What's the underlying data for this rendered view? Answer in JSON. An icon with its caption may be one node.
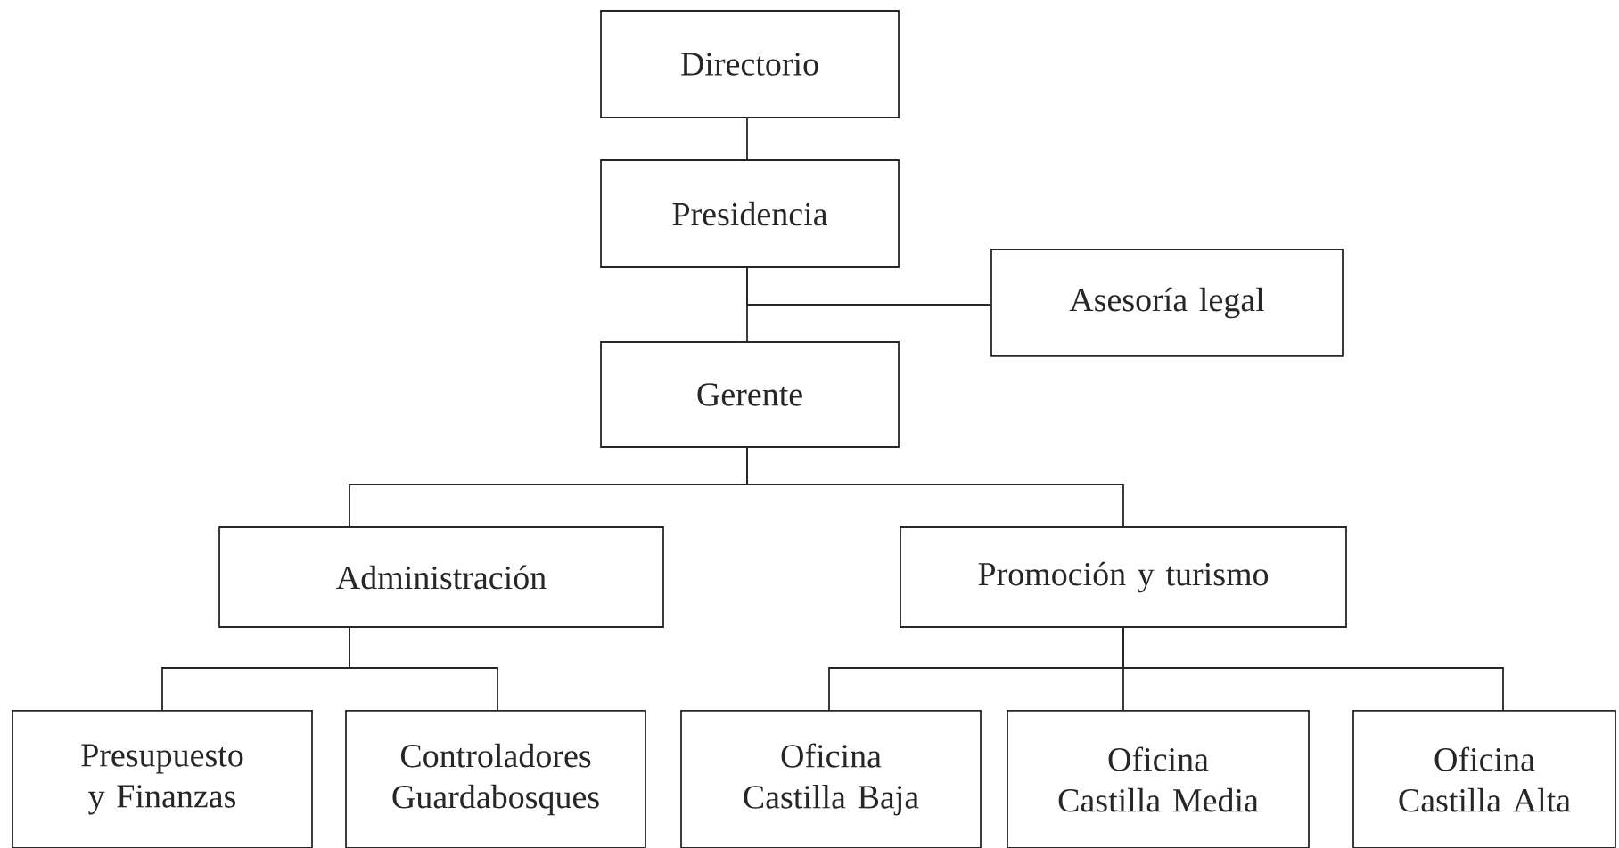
{
  "diagram": {
    "nodes": [
      {
        "text": [
          "Directorio"
        ]
      },
      {
        "text": [
          "Presidencia"
        ]
      },
      {
        "text": [
          "Asesoría legal"
        ]
      },
      {
        "text": [
          "Gerente"
        ]
      },
      {
        "text": [
          "Administración"
        ]
      },
      {
        "text": [
          "Promoción y turismo"
        ]
      },
      {
        "text": [
          "Presupuesto y Finanzas"
        ]
      },
      {
        "text": [
          "Controladores Guardabosques"
        ]
      },
      {
        "text": [
          "Oficina Castilla Baja"
        ]
      },
      {
        "text": [
          "Oficina Castilla Media"
        ]
      },
      {
        "text": [
          "Oficina Castilla Alta"
        ]
      }
    ],
    "edges": [
      {
        "from": 0,
        "to": 1,
        "arrow": "none"
      },
      {
        "from": 1,
        "to": 3,
        "arrow": "none"
      },
      {
        "from": 1,
        "to": 2,
        "arrow": "none"
      },
      {
        "from": 3,
        "to": 4,
        "arrow": "none"
      },
      {
        "from": 3,
        "to": 5,
        "arrow": "none"
      },
      {
        "from": 4,
        "to": 6,
        "arrow": "none"
      },
      {
        "from": 4,
        "to": 7,
        "arrow": "none"
      },
      {
        "from": 5,
        "to": 8,
        "arrow": "none"
      },
      {
        "from": 5,
        "to": 9,
        "arrow": "none"
      },
      {
        "from": 5,
        "to": 10,
        "arrow": "none"
      }
    ]
  }
}
